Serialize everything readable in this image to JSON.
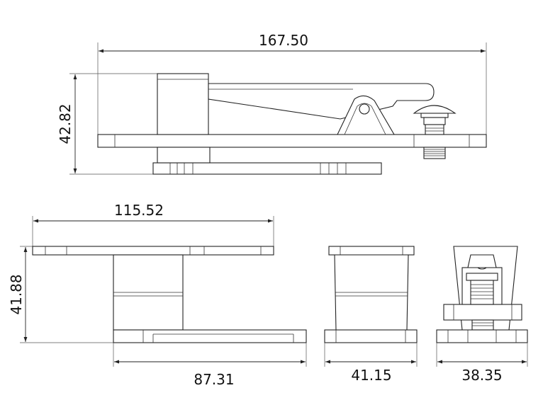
{
  "dimensions": {
    "top_overall_length": "167.50",
    "top_height": "42.82",
    "front_plate_length": "115.52",
    "front_height": "41.88",
    "front_base_length": "87.31",
    "side_width": "41.15",
    "end_width": "38.35"
  }
}
